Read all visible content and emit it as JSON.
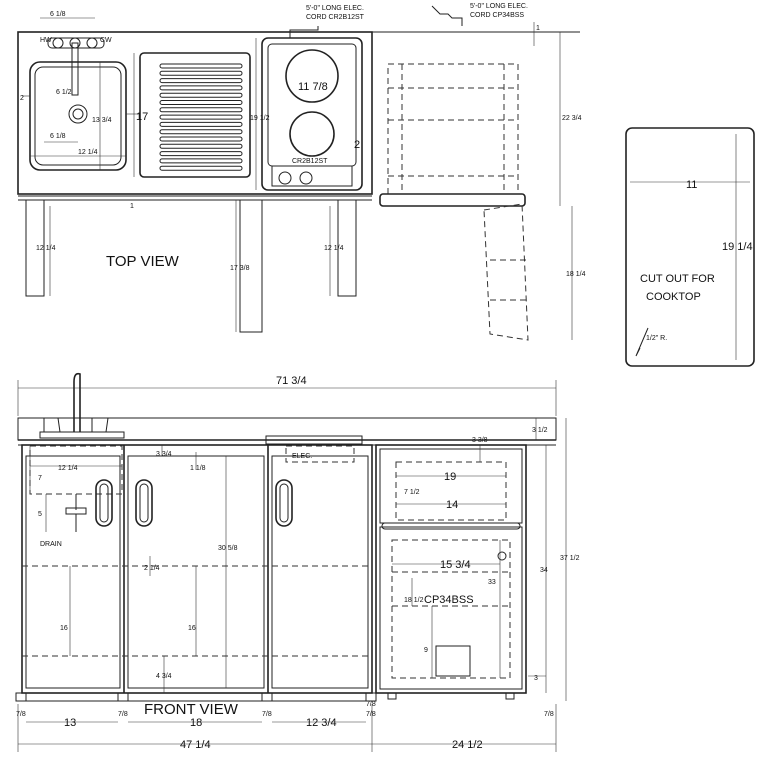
{
  "views": {
    "top_label": "TOP VIEW",
    "front_label": "FRONT VIEW"
  },
  "callouts": {
    "cord_cooktop_1": "5'-0\" LONG ELEC.",
    "cord_cooktop_2": "CORD CR2B12ST",
    "cord_fridge_1": "5'-0\" LONG ELEC.",
    "cord_fridge_2": "CORD CP34BSS",
    "cooktop_model": "CR2B12ST",
    "fridge_model": "CP34BSS",
    "hw": "HW",
    "cw": "CW",
    "drain": "DRAIN",
    "elec": "ELEC."
  },
  "cutout": {
    "title_1": "CUT OUT FOR",
    "title_2": "COOKTOP",
    "width": "11",
    "height": "19 1/4",
    "radius": "1/2\" R."
  },
  "top_dims": {
    "faucet_offset": "6 1/8",
    "bowl_left": "2",
    "bowl_depth": "6 1/2",
    "bowl_height": "13 3/4",
    "drain_offset": "6 1/8",
    "bowl_width": "12 1/4",
    "drainboard": "17",
    "cooktop_depth": "19 1/2",
    "burner": "11 7/8",
    "cooktop_side": "2",
    "base_front": "1",
    "counter_depth": "22 3/4",
    "leg_left": "12 1/4",
    "leg_mid": "17 3/8",
    "leg_right": "12 1/4",
    "door_swing": "18 1/4",
    "back": "1"
  },
  "front_dims": {
    "overall": "71 3/4",
    "backsplash": "3 1/2",
    "top_gap": "3 3/8",
    "sink_width": "12 1/4",
    "sink_depth": "7",
    "drain_depth": "5",
    "drawer_gap": "3 3/4",
    "cabinet_gap": "1 1/8",
    "door_height": "30 5/8",
    "shelf": "2 1/4",
    "cab_left": "16",
    "cab_mid": "16",
    "base_gap": "4 3/4",
    "freezer_w": "19",
    "freezer_h": "7 1/2",
    "freezer_inner": "14",
    "fridge_w": "15 3/4",
    "fridge_h": "33",
    "fridge_shelf": "18 1/2",
    "crisper": "9",
    "kick": "3",
    "height_34": "34",
    "height_total": "37 1/2",
    "toe_1": "7/8",
    "toe_2": "7/8",
    "toe_3": "7/8",
    "toe_4": "7/8",
    "toe_5": "7/8",
    "toe_6": "7/8",
    "w_13": "13",
    "w_18": "18",
    "w_12": "12 3/4",
    "base_left": "47 1/4",
    "base_right": "24 1/2"
  }
}
